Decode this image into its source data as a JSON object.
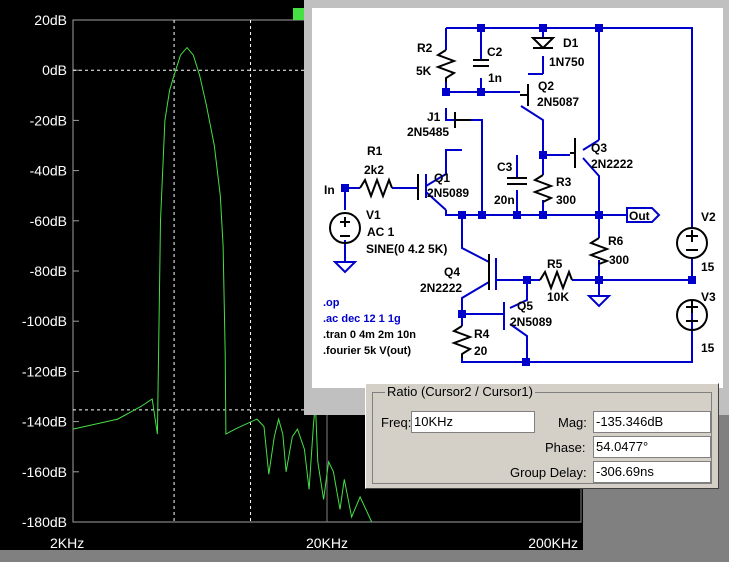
{
  "plot": {
    "y_ticks": [
      "20dB",
      "0dB",
      "-20dB",
      "-40dB",
      "-60dB",
      "-80dB",
      "-100dB",
      "-120dB",
      "-140dB",
      "-160dB",
      "-180dB"
    ],
    "x_ticks": [
      "2KHz",
      "20KHz",
      "200KHz"
    ],
    "colors": {
      "background": "#000000",
      "trace": "#44e044",
      "grid": "#808080",
      "text": "#ffffff"
    }
  },
  "chart_data": {
    "type": "line",
    "xscale": "log",
    "xlim": [
      2000,
      200000
    ],
    "ylim": [
      -180,
      20
    ],
    "x_tick_labels": [
      "2KHz",
      "20KHz",
      "200KHz"
    ],
    "y_tick_labels": [
      "20dB",
      "0dB",
      "-20dB",
      "-40dB",
      "-60dB",
      "-80dB",
      "-100dB",
      "-120dB",
      "-140dB",
      "-160dB",
      "-180dB"
    ],
    "series": [
      {
        "color": "#44e044",
        "points": [
          [
            2000,
            -143
          ],
          [
            3000,
            -139
          ],
          [
            3700,
            -134
          ],
          [
            4100,
            -131
          ],
          [
            4300,
            -145
          ],
          [
            4420,
            -60
          ],
          [
            4600,
            -20
          ],
          [
            4800,
            -8
          ],
          [
            5000,
            -2
          ],
          [
            5300,
            6
          ],
          [
            5620,
            9
          ],
          [
            5950,
            6
          ],
          [
            6300,
            -2
          ],
          [
            6700,
            -14
          ],
          [
            7200,
            -30
          ],
          [
            7600,
            -50
          ],
          [
            7800,
            -70
          ],
          [
            7950,
            -113
          ],
          [
            8000,
            -145
          ],
          [
            8700,
            -143
          ],
          [
            9600,
            -141
          ],
          [
            10600,
            -139
          ],
          [
            11300,
            -142
          ],
          [
            11800,
            -161
          ],
          [
            12400,
            -146
          ],
          [
            12900,
            -139
          ],
          [
            13400,
            -145
          ],
          [
            13800,
            -160
          ],
          [
            14600,
            -146
          ],
          [
            15300,
            -143
          ],
          [
            16300,
            -151
          ],
          [
            17000,
            -167
          ],
          [
            17700,
            -141
          ],
          [
            18000,
            -133
          ],
          [
            18400,
            -156
          ],
          [
            19400,
            -171
          ],
          [
            20300,
            -156
          ],
          [
            21200,
            -160
          ],
          [
            22500,
            -175
          ],
          [
            23400,
            -163
          ],
          [
            25000,
            -178
          ],
          [
            27000,
            -170
          ],
          [
            30000,
            -180
          ]
        ]
      }
    ],
    "cursors": [
      {
        "name": "Cursor1",
        "x": 5000,
        "y": 0
      },
      {
        "name": "Cursor2",
        "x": 10000,
        "y": -135.346
      }
    ]
  },
  "schematic": {
    "labels": {
      "r2_name": "R2",
      "r2_value": "5K",
      "c2_name": "C2",
      "c2_value": "1n",
      "d1_name": "D1",
      "d1_value": "1N750",
      "q2_name": "Q2",
      "q2_value": "2N5087",
      "j1_name": "J1",
      "j1_value": "2N5485",
      "q3_name": "Q3",
      "q3_value": "2N2222",
      "r1_name": "R1",
      "r1_value": "2k2",
      "q1_name": "Q1",
      "q1_value": "2N5089",
      "c3_name": "C3",
      "c3_value": "20n",
      "r3_name": "R3",
      "r3_value": "300",
      "in_label": "In",
      "v1_name": "V1",
      "v1_value": "AC 1",
      "v1_sine": "SINE(0 4.2 5K)",
      "out_label": "Out",
      "v2_name": "V2",
      "v2_value": "15",
      "r6_name": "R6",
      "r6_value": "300",
      "q4_name": "Q4",
      "q4_value": "2N2222",
      "r5_name": "R5",
      "r5_value": "10K",
      "v3_name": "V3",
      "v3_value": "15",
      "q5_name": "Q5",
      "q5_value": "2N5089",
      "r4_name": "R4",
      "r4_value": "20"
    },
    "directives": [
      ".op",
      ".ac dec 12 1 1g",
      ".tran 0 4m 2m 10n",
      ".fourier 5k V(out)"
    ]
  },
  "ratio_panel": {
    "title": "Ratio (Cursor2 / Cursor1)",
    "freq_label": "Freq:",
    "freq_value": "10KHz",
    "mag_label": "Mag:",
    "mag_value": "-135.346dB",
    "phase_label": "Phase:",
    "phase_value": "54.0477°",
    "group_delay_label": "Group Delay:",
    "group_delay_value": "-306.69ns"
  }
}
